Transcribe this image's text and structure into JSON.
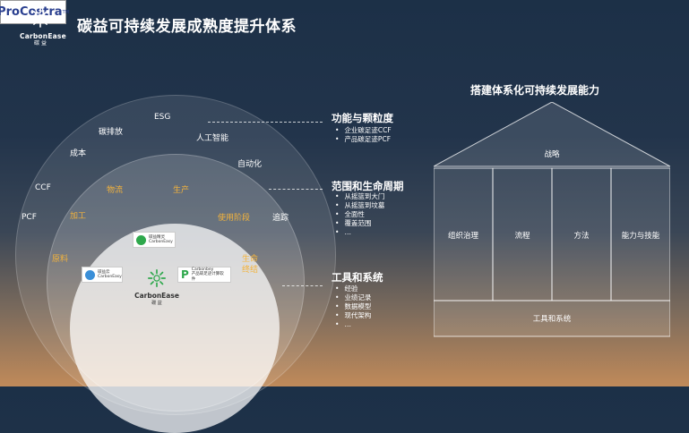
{
  "header": {
    "logo_brand": "CarbonEase",
    "logo_cn": "碳 益",
    "title": "碳益可持续发展成熟度提升体系"
  },
  "circles": {
    "outer": {
      "labels": [
        "ESG",
        "碳排放",
        "成本",
        "人工智能",
        "自动化",
        "CCF",
        "PCF",
        "追踪"
      ]
    },
    "middle": {
      "labels": [
        "物流",
        "生产",
        "加工",
        "使用阶段",
        "原料",
        "生命",
        "终结"
      ]
    },
    "inner": {
      "carboneasy_logo_1": {
        "name": "碳益精灵",
        "sub": "CarbonEasy"
      },
      "carboneasy_logo_2": {
        "name": "碳益云",
        "sub": "CarbonEasy"
      },
      "pcf_logo": {
        "letter": "P",
        "name": "Carbonbey",
        "sub": "产品碳足迹计算软件"
      },
      "center_brand": "CarbonEase",
      "center_cn": "碳 益",
      "procostra": "ProCostra",
      "procostra_tm": "TM"
    }
  },
  "annotations": [
    {
      "heading": "功能与颗粒度",
      "items": [
        "企业碳足迹CCF",
        "产品碳足迹PCF"
      ]
    },
    {
      "heading": "范围和生命周期",
      "items": [
        "从摇篮到大门",
        "从摇篮到坟墓",
        "全面性",
        "覆盖范围",
        "…"
      ]
    },
    {
      "heading": "工具和系统",
      "items": [
        "经验",
        "业绩记录",
        "数据模型",
        "现代架构",
        "…"
      ]
    }
  ],
  "house": {
    "title": "搭建体系化可持续发展能力",
    "roof": "战略",
    "pillars": [
      "组织治理",
      "流程",
      "方法",
      "能力与技能"
    ],
    "foundation": "工具和系统"
  }
}
